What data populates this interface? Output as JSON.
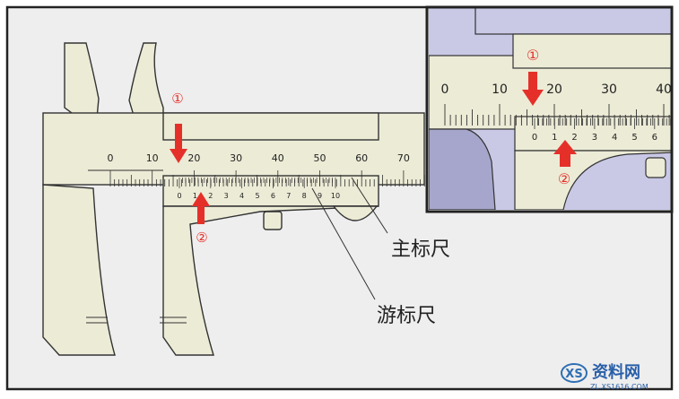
{
  "colors": {
    "frame": "#222222",
    "panel_bg": "#eeeeee",
    "caliper_body": "#ecebd6",
    "caliper_outline": "#333333",
    "arrow_red": "#e5302a",
    "zoom_bg": "#c9c9e6",
    "zoom_dark": "#a6a6cc"
  },
  "main_scale": {
    "labels": [
      "0",
      "10",
      "20",
      "30",
      "40",
      "50",
      "60",
      "70"
    ],
    "min": 0,
    "max": 75,
    "major_every": 10
  },
  "vernier_scale": {
    "labels": [
      "0",
      "1",
      "2",
      "3",
      "4",
      "5",
      "6",
      "7",
      "8",
      "9",
      "10"
    ]
  },
  "zoom_main_scale": {
    "labels": [
      "0",
      "10",
      "20",
      "30",
      "40"
    ]
  },
  "zoom_vernier_scale": {
    "labels": [
      "0",
      "1",
      "2",
      "3",
      "4",
      "5",
      "6"
    ]
  },
  "markers": {
    "one": "①",
    "two": "②"
  },
  "callouts": {
    "main_scale": "主标尺",
    "vernier": "游标尺"
  },
  "watermark": {
    "name": "资料网",
    "url": "ZL.XS1616.COM"
  }
}
